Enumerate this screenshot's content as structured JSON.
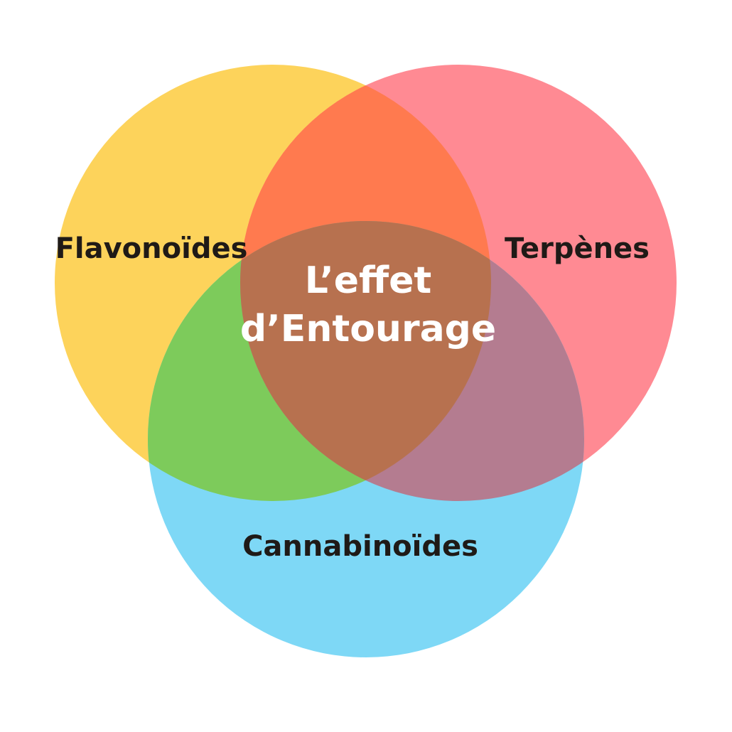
{
  "diagram": {
    "type": "venn",
    "sets": [
      {
        "label": "Flavonoïdes",
        "color": "#FDD35B"
      },
      {
        "label": "Terpènes",
        "color": "#FF8A93"
      },
      {
        "label": "Cannabinoïdes",
        "color": "#7ED8F6"
      }
    ],
    "intersections": {
      "flavonoides_terpenes": "#FF7A4F",
      "flavonoides_cannabinoides": "#7DCB5B",
      "terpenes_cannabinoides": "#B47C90",
      "all": "#B7714F"
    },
    "center_label": [
      "L’effet",
      "d’Entourage"
    ],
    "label_color": "#1f1a17",
    "center_label_color": "#ffffff"
  }
}
